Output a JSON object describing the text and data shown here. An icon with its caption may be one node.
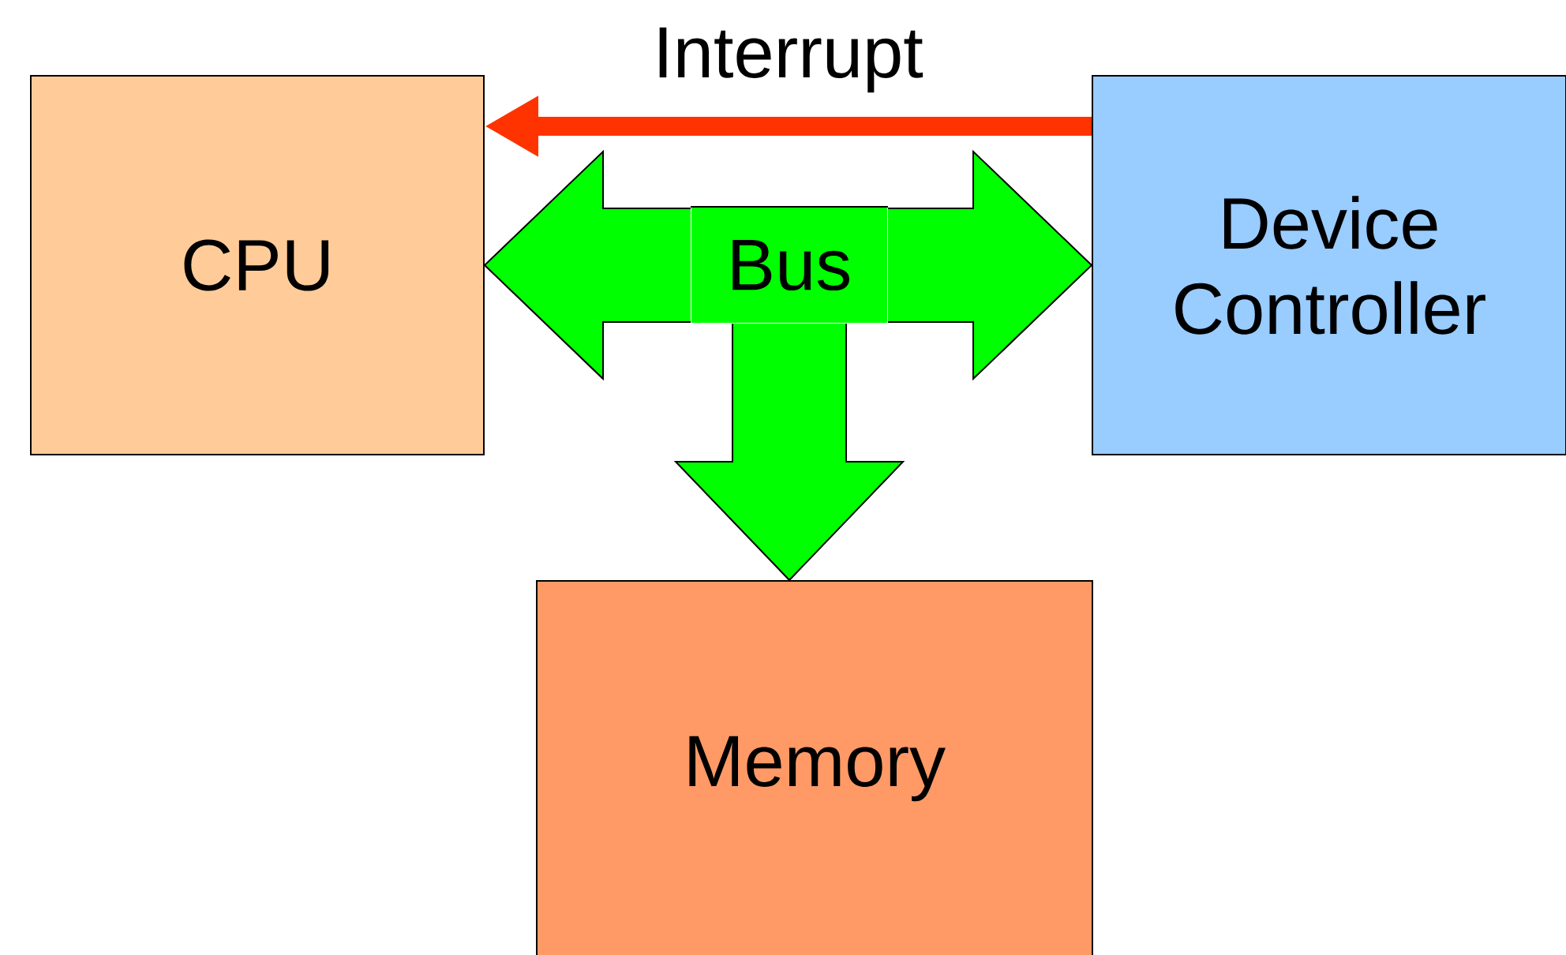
{
  "diagram": {
    "nodes": [
      {
        "text": [
          "CPU"
        ]
      },
      {
        "text": [
          "Device Controller"
        ]
      },
      {
        "text": [
          "Memory"
        ]
      },
      {
        "text": [
          "Bus"
        ]
      }
    ],
    "edges": [
      {
        "from": 3,
        "to": 0,
        "arrow": "to",
        "style": "thick",
        "color": "#00ff00"
      },
      {
        "from": 3,
        "to": 1,
        "arrow": "to",
        "style": "thick",
        "color": "#00ff00"
      },
      {
        "from": 3,
        "to": 2,
        "arrow": "to",
        "style": "thick",
        "color": "#00ff00"
      },
      {
        "from": 1,
        "to": 0,
        "arrow": "to",
        "label": "Interrupt",
        "color": "#ff3300"
      }
    ]
  }
}
